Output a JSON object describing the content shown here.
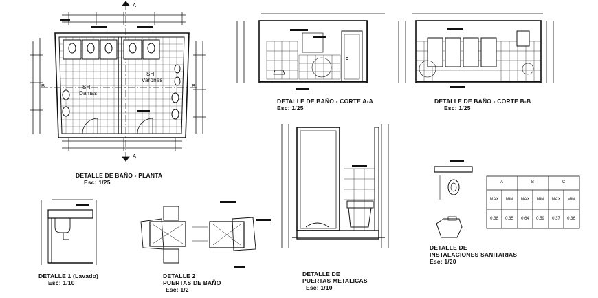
{
  "titles": {
    "planta": {
      "line1": "DETALLE DE BAÑO - PLANTA",
      "scale": "Esc: 1/25"
    },
    "corte_aa": {
      "line1": "DETALLE DE BAÑO - CORTE A-A",
      "scale": "Esc: 1/25"
    },
    "corte_bb": {
      "line1": "DETALLE DE BAÑO - CORTE B-B",
      "scale": "Esc: 1/25"
    },
    "detalle1": {
      "line1": "DETALLE 1 (Lavado)",
      "scale": "Esc: 1/10"
    },
    "detalle2": {
      "line1": "DETALLE 2",
      "line2": "PUERTAS DE BAÑO",
      "scale": "Esc: 1/2"
    },
    "metalicas": {
      "line1": "DETALLE DE",
      "line2": "PUERTAS METALICAS",
      "scale": "Esc: 1/10"
    },
    "sanitarias": {
      "line1": "DETALLE DE",
      "line2": "INSTALACIONES SANITARIAS",
      "scale": "Esc: 1/20"
    }
  },
  "plan_labels": {
    "section_a_top": "A",
    "section_a_bottom": "A",
    "section_b_left": "B",
    "section_b_right": "B",
    "room_left_code": "SH",
    "room_left_name": "Damas",
    "room_right_code": "SH",
    "room_right_name": "Varones"
  },
  "table": {
    "groups": [
      "A",
      "B",
      "C"
    ],
    "subheaders": [
      "MAX",
      "MIN",
      "MAX",
      "MIN",
      "MAX",
      "MIN"
    ],
    "values": [
      "0.38",
      "0.35",
      "0.64",
      "0.59",
      "0.37",
      "0.36"
    ]
  }
}
